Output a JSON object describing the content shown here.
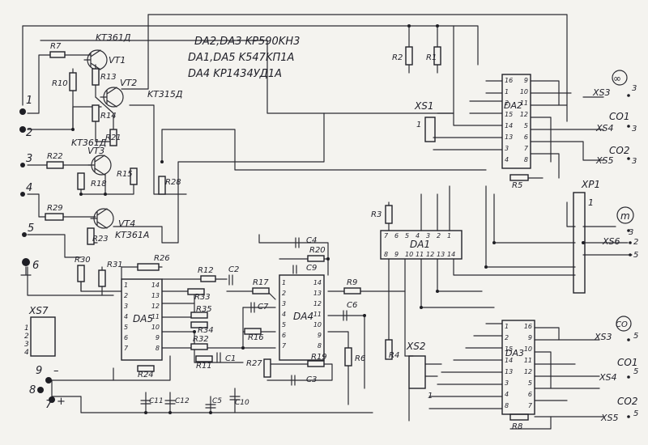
{
  "notes": {
    "line1": "DA2,DA3 KP590KH3",
    "line2": "DA1,DA5 K547KП1A",
    "line3": "DA4 KP1434УД1A"
  },
  "chips": {
    "da1": "DA1",
    "da2": "DA2",
    "da3": "DA3",
    "da4": "DA4",
    "da5": "DA5"
  },
  "da1_pins": [
    "7",
    "6",
    "5",
    "4",
    "3",
    "2",
    "1",
    "8",
    "9",
    "10",
    "11",
    "12",
    "13",
    "14"
  ],
  "da2_pins_left": [
    "16",
    "1",
    "2",
    "15",
    "14",
    "13",
    "3",
    "4"
  ],
  "da2_pins_right": [
    "9",
    "10",
    "11",
    "12",
    "5",
    "6",
    "7",
    "8"
  ],
  "da3_pins_left": [
    "1",
    "2",
    "15",
    "14",
    "13",
    "3",
    "4",
    "8"
  ],
  "da3_pins_right": [
    "16",
    "9",
    "10",
    "11",
    "12",
    "5",
    "6",
    "7"
  ],
  "da4_pins_left": [
    "1",
    "2",
    "3",
    "4",
    "5",
    "6",
    "7"
  ],
  "da4_pins_right": [
    "14",
    "13",
    "12",
    "11",
    "10",
    "9",
    "8"
  ],
  "da5_pins_left": [
    "1",
    "2",
    "3",
    "4",
    "5",
    "6",
    "7"
  ],
  "da5_pins_right": [
    "14",
    "13",
    "12",
    "11",
    "10",
    "9",
    "8"
  ],
  "transistors": {
    "vt1": "VT1",
    "vt1_type": "KT361Д",
    "vt2": "VT2",
    "vt2_type": "KT315Д",
    "vt3": "VT3",
    "vt3_type": "KT361Д",
    "vt4": "VT4",
    "vt4_type": "KT361A"
  },
  "resistors": {
    "r1": "R1",
    "r2": "R2",
    "r3": "R3",
    "r4": "R4",
    "r5": "R5",
    "r6": "R6",
    "r7": "R7",
    "r8": "R8",
    "r9": "R9",
    "r10": "R10",
    "r11": "R11",
    "r12": "R12",
    "r13": "R13",
    "r14": "R14",
    "r15": "R15",
    "r16": "R16",
    "r17": "R17",
    "r18": "R18",
    "r19": "R19",
    "r20": "R20",
    "r21": "R21",
    "r22": "R22",
    "r23": "R23",
    "r24": "R24",
    "r26": "R26",
    "r27": "R27",
    "r28": "R28",
    "r29": "R29",
    "r30": "R30",
    "r31": "R31",
    "r32": "R32",
    "r33": "R33",
    "r34": "R34",
    "r35": "R35"
  },
  "capacitors": {
    "c1": "C1",
    "c2": "C2",
    "c3": "C3",
    "c4": "C4",
    "c5": "C5",
    "c6": "C6",
    "c7": "C7",
    "c9": "C9",
    "c10": "C10",
    "c11": "C11",
    "c12": "C12"
  },
  "connectors": {
    "xs1": "XS1",
    "xs1_pin": "1",
    "xs2": "XS2",
    "xs2_pin": "1",
    "xp1": "XP1",
    "xp1_pin": "1",
    "xs3_top": "XS3",
    "xs3_top_num": "3",
    "xs4_top": "XS4",
    "xs4_top_num": "3",
    "xs5_top": "XS5",
    "xs5_top_num": "3",
    "xs6": "XS6",
    "xs6_num": "2",
    "xp1_out_top": "3",
    "xp1_out_bot": "5",
    "xs3_bot": "XS3",
    "xs3_bot_num": "5",
    "xs4_bot": "XS4",
    "xs4_bot_num": "5",
    "xs5_bot": "XS5",
    "xs5_bot_num": "5",
    "xs7": "XS7",
    "xs7_pins": [
      "1",
      "2",
      "3",
      "4"
    ]
  },
  "signals": {
    "inf": "∞",
    "co1_top": "CO1",
    "co2_top": "CO2",
    "m": "m",
    "co_bot": "CO",
    "co1_bot": "CO1",
    "co2_bot": "CO2"
  },
  "inputs": {
    "i1": "1",
    "i2": "2",
    "i3": "3",
    "i4": "4",
    "i5": "5",
    "i6": "6",
    "i8": "8",
    "i9": "9",
    "minus": "–",
    "plus": "+",
    "i7": "7"
  }
}
